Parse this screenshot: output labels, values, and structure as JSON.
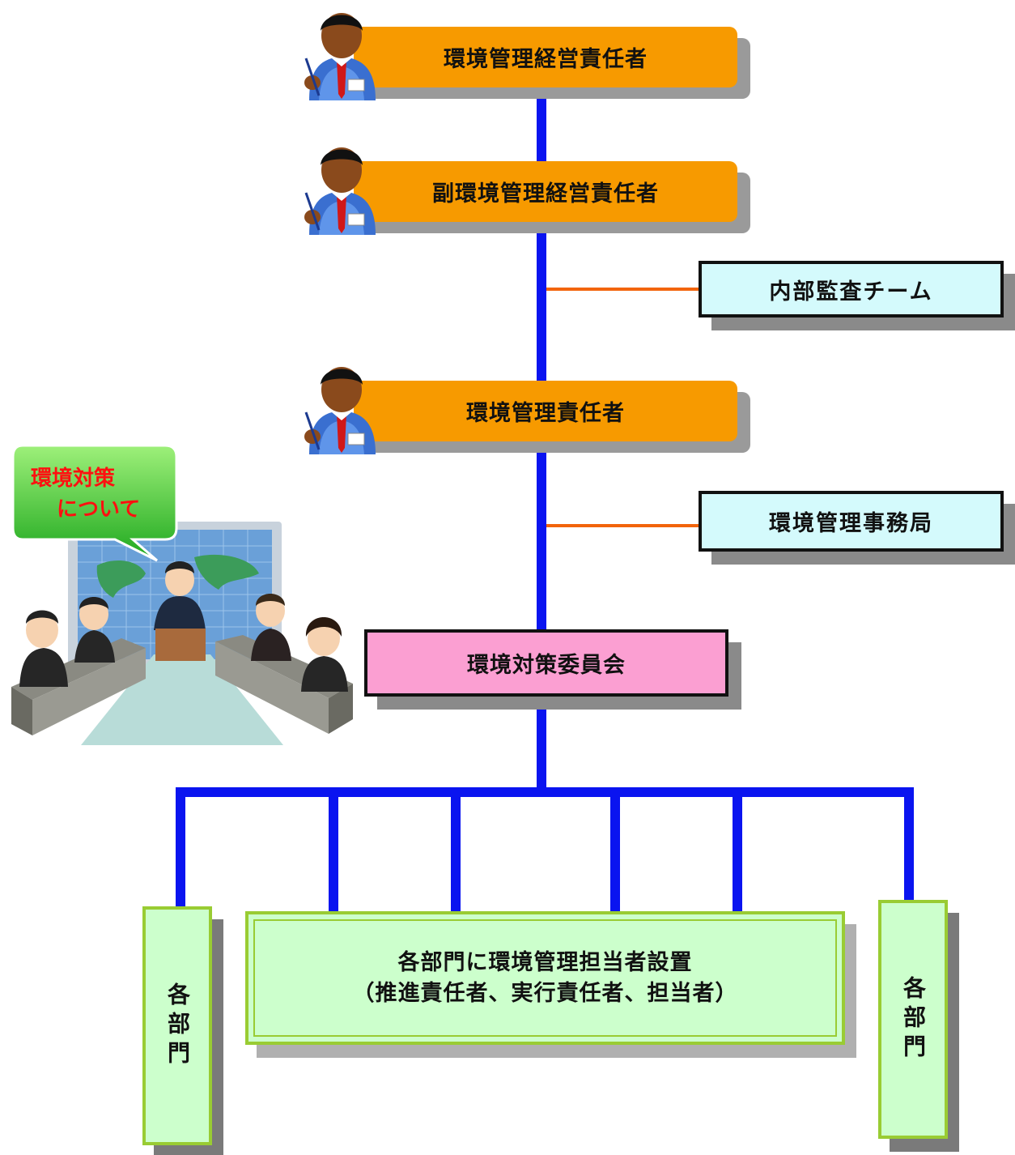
{
  "boxes": {
    "director": "環境管理経営責任者",
    "vice_director": "副環境管理経営責任者",
    "audit_team": "内部監査チーム",
    "manager": "環境管理責任者",
    "office": "環境管理事務局",
    "committee": "環境対策委員会",
    "department_left": "各部門",
    "department_right": "各部門",
    "staff_line1": "各部門に環境管理担当者設置",
    "staff_line2": "（推進責任者、実行責任者、担当者）"
  },
  "bubble": {
    "line1": "環境対策",
    "line2": "について"
  },
  "colors": {
    "trunk": "#0a14f0",
    "branch": "#f2640c",
    "orange_box": "#f79a00",
    "cyan_box": "#d4fafc",
    "pink_box": "#fb9fd2",
    "green_box": "#ccffcc"
  }
}
